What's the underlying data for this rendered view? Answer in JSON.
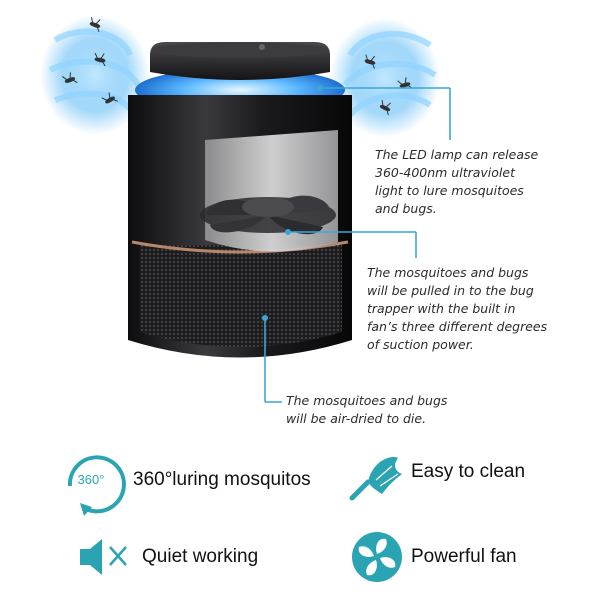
{
  "colors": {
    "accent_teal": "#2aa4b3",
    "callout_line": "#3aa7d6",
    "device_black": "#1c1c1e",
    "glow_blue": "#4fb7ff",
    "rim_copper": "#b8876a"
  },
  "callouts": {
    "led": "The LED lamp can release\n360-400nm ultraviolet\nlight to lure mosquitoes\nand bugs.",
    "fan": "The mosquitoes and bugs\nwill be pulled in to the bug\ntrapper with the built in\nfan’s three different degrees\nof suction power.",
    "dry": "The mosquitoes and bugs\nwill be air-dried to die."
  },
  "features": [
    {
      "icon": "rotate-360-icon",
      "badge": "360°",
      "label": "360°luring mosquitos"
    },
    {
      "icon": "duster-icon",
      "label": "Easy to clean"
    },
    {
      "icon": "speaker-mute-icon",
      "label": "Quiet working"
    },
    {
      "icon": "fan-icon",
      "label": "Powerful fan"
    }
  ]
}
